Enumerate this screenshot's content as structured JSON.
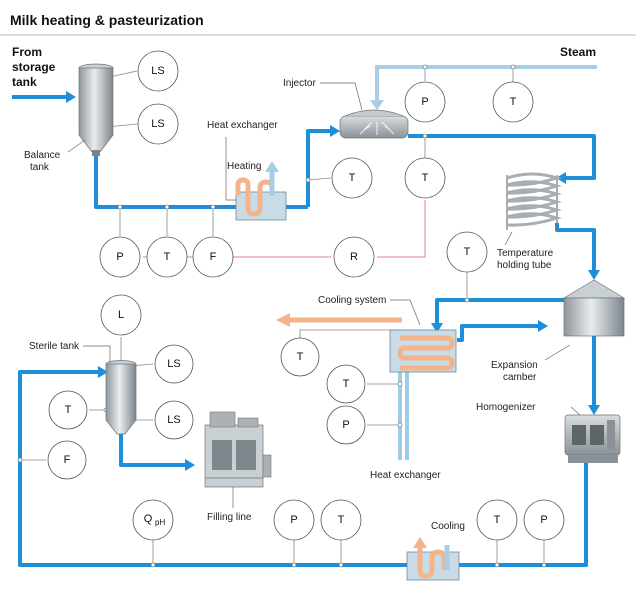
{
  "title": "Milk heating & pasteurization",
  "labels": {
    "from_storage": [
      "From",
      "storage",
      "tank"
    ],
    "steam": "Steam",
    "balance_tank": [
      "Balance",
      "tank"
    ],
    "injector": "Injector",
    "heat_exchanger_top": "Heat exchanger",
    "heating": "Heating",
    "temperature_holding_tube": [
      "Temperature",
      "holding tube"
    ],
    "cooling_system": "Cooling system",
    "expansion_camber": [
      "Expansion",
      "camber"
    ],
    "homogenizer": "Homogenizer",
    "sterile_tank": "Sterile tank",
    "filling_line": "Filling line",
    "heat_exchanger_bottom": "Heat exchanger",
    "cooling": "Cooling"
  },
  "instruments": {
    "ls1": "LS",
    "ls2": "LS",
    "p_steam": "P",
    "t_steam": "T",
    "t_he": "T",
    "t_injector": "T",
    "p_row": "P",
    "t_row": "T",
    "f_row": "F",
    "r_row": "R",
    "t_exp": "T",
    "t_cool": "T",
    "t_cs1": "T",
    "p_cs": "P",
    "l_tank": "L",
    "ls_tank1": "LS",
    "t_tank": "T",
    "ls_tank2": "LS",
    "f_left": "F",
    "q_main": "Q",
    "q_sub": "pH",
    "p_bot": "P",
    "t_bot": "T",
    "t_bot2": "T",
    "p_bot2": "P"
  },
  "colors": {
    "milk_pipe": "#1f8ed8",
    "steam_pipe": "#a8cde6",
    "hot_arrow": "#f0b795",
    "signal_pink": "#e07ab0"
  }
}
